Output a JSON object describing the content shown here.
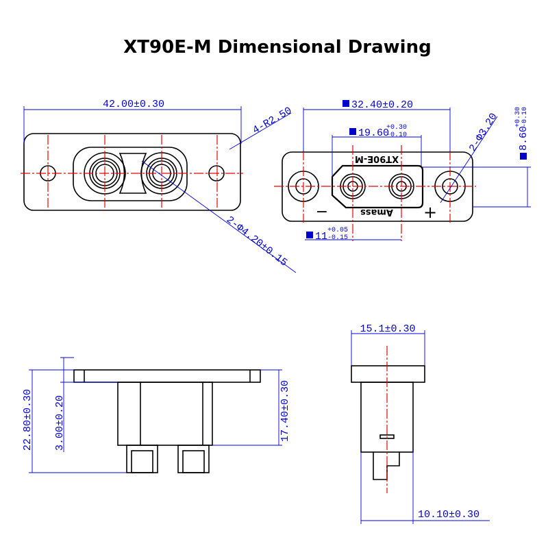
{
  "title": "XT90E-M Dimensional Drawing",
  "front_view": {
    "width": "42.00±0.30",
    "corner_radius": "4-R2.50",
    "pin_hole": "2-Φ4.20±0.15"
  },
  "rear_view": {
    "hole_spacing": "32.40±0.20",
    "housing_width": "19.60",
    "housing_width_tol_plus": "+0.30",
    "housing_width_tol_minus": "-0.10",
    "height": "8.60",
    "height_tol_plus": "+0.30",
    "height_tol_minus": "-0.10",
    "mount_hole": "2-Φ3.20",
    "pin_pitch": "11",
    "pin_pitch_tol_plus": "+0.05",
    "pin_pitch_tol_minus": "-0.15",
    "model_marking": "XT90E-M",
    "brand_marking": "Amass",
    "minus_sign": "−",
    "plus_sign": "+"
  },
  "side_view": {
    "total_height": "22.80±0.30",
    "flange_thickness": "3.00±0.20",
    "body_height": "17.40±0.30"
  },
  "end_view": {
    "flange_width": "15.1±0.30",
    "body_width": "10.10±0.30"
  }
}
